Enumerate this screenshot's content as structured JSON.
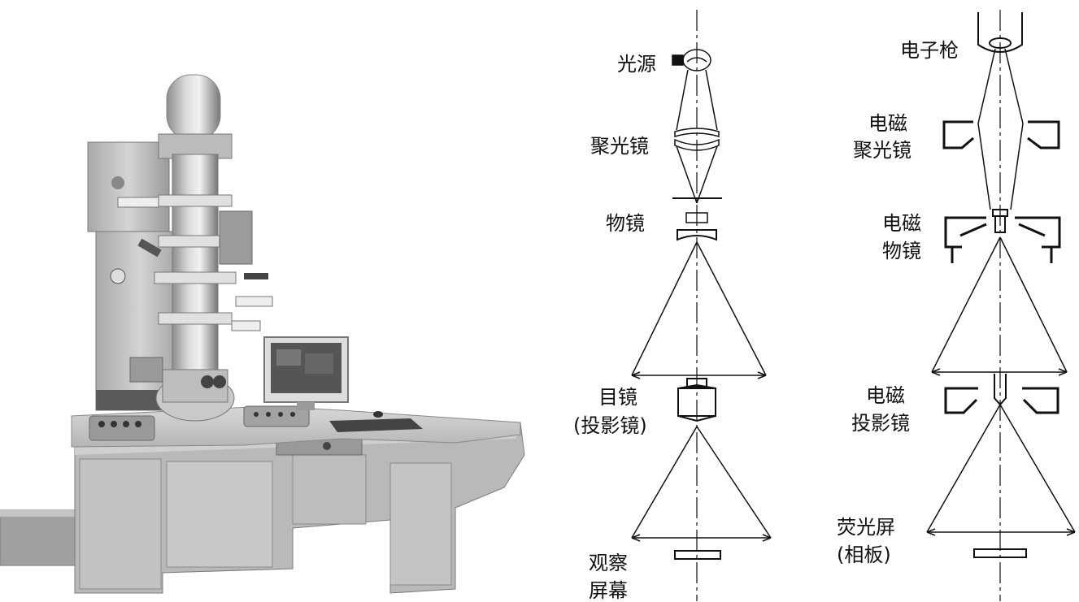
{
  "optical_microscope": {
    "light_source": "光源",
    "condenser": "聚光镜",
    "objective": "物镜",
    "eyepiece": "目镜",
    "eyepiece_alt": "(投影镜)",
    "screen_line1": "观察",
    "screen_line2": "屏幕"
  },
  "electron_microscope": {
    "electron_gun": "电子枪",
    "em_condenser_line1": "电磁",
    "em_condenser_line2": "聚光镜",
    "em_objective_line1": "电磁",
    "em_objective_line2": "物镜",
    "em_projector_line1": "电磁",
    "em_projector_line2": "投影镜",
    "fluorescent_screen": "荧光屏",
    "plate": "(相板)"
  }
}
